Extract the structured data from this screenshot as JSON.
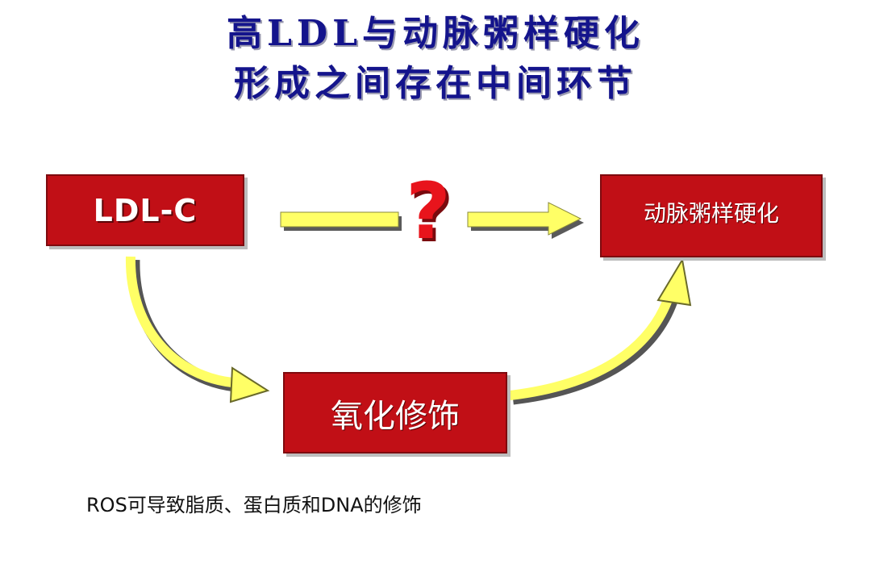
{
  "title": {
    "line1": "高LDL与动脉粥样硬化",
    "line2": "形成之间存在中间环节"
  },
  "nodes": {
    "ldl": "LDL-C",
    "atherosclerosis": "动脉粥样硬化",
    "oxidation": "氧化修饰"
  },
  "question_mark": "?",
  "note": "ROS可导致脂质、蛋白质和DNA的修饰",
  "colors": {
    "title": "#14148c",
    "box_fill": "#c10f16",
    "arrow_fill": "#ffff66",
    "question": "#e8141c"
  }
}
